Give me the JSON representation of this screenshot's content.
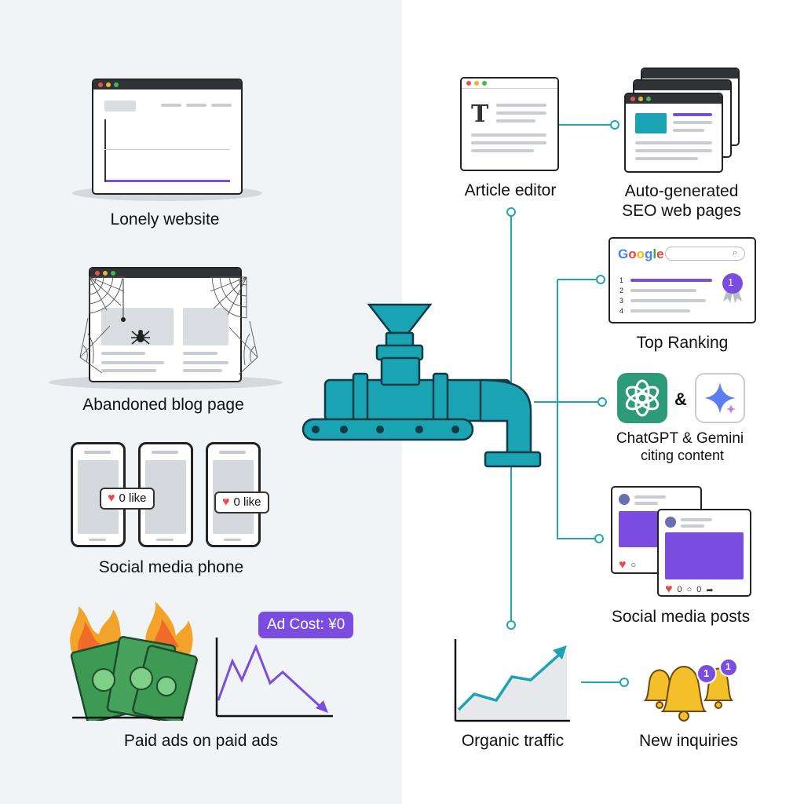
{
  "left": {
    "lonely_website": {
      "caption": "Lonely website"
    },
    "abandoned_blog": {
      "caption": "Abandoned blog page"
    },
    "social_phone": {
      "caption": "Social media phone",
      "like_label": "0 like"
    },
    "paid_ads": {
      "caption": "Paid ads on paid ads",
      "ad_cost_label": "Ad Cost: ¥0"
    }
  },
  "right": {
    "article_editor": {
      "caption": "Article editor",
      "editor_glyph": "T"
    },
    "seo_pages": {
      "caption_line1": "Auto-generated",
      "caption_line2": "SEO web pages"
    },
    "top_ranking": {
      "caption": "Top Ranking",
      "logo_text": "Google",
      "ranks": [
        "1",
        "2",
        "3",
        "4"
      ],
      "badge": "1"
    },
    "ai_citing": {
      "caption_line1": "ChatGPT & Gemini",
      "caption_line2": "citing content",
      "ampersand": "&"
    },
    "social_posts": {
      "caption": "Social media posts",
      "like_count": "0",
      "comment_count": "0"
    },
    "organic_traffic": {
      "caption": "Organic traffic"
    },
    "new_inquiries": {
      "caption": "New inquiries",
      "badge_a": "1",
      "badge_b": "1"
    }
  },
  "colors": {
    "teal": "#1aa3b3",
    "purple": "#7b4ce0",
    "connector": "#21a6b0",
    "left_bg": "#f1f4f7"
  },
  "icons": [
    "spider-icon",
    "cobweb-icon",
    "heart-icon",
    "money-fire-icon",
    "funnel-machine-icon",
    "google-logo",
    "chatgpt-icon",
    "gemini-icon",
    "bell-icon",
    "award-icon"
  ]
}
